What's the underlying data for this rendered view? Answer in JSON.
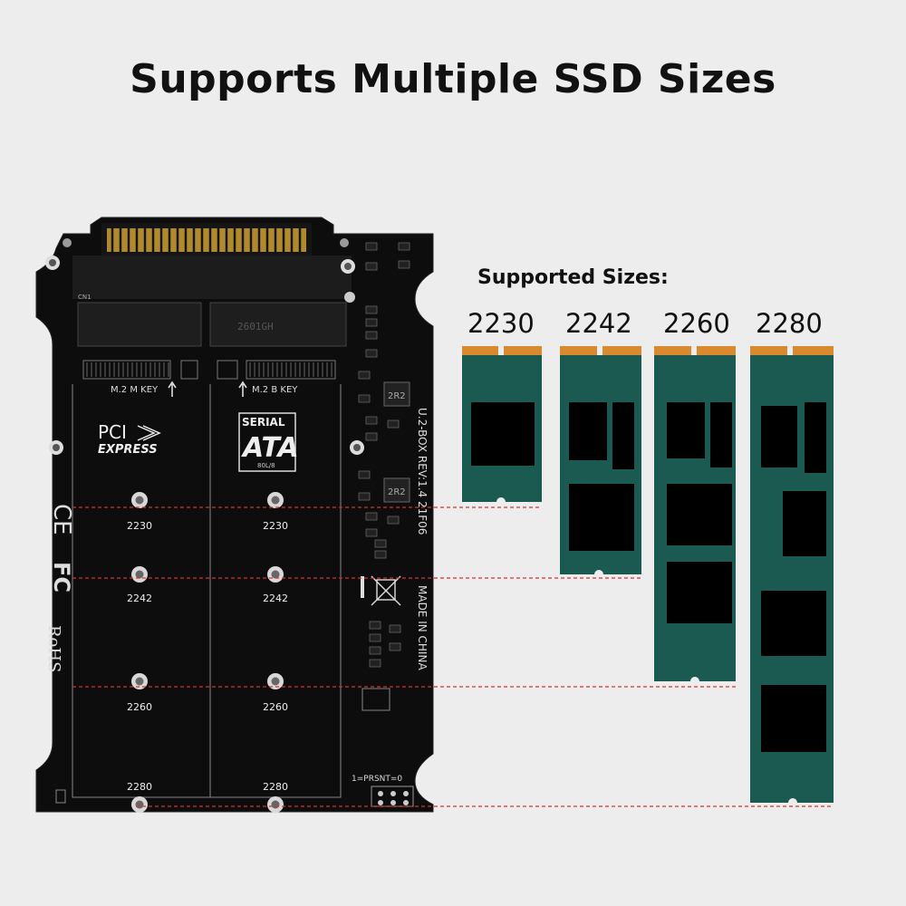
{
  "headline": "Supports Multiple SSD Sizes",
  "supported_heading": "Supported Sizes:",
  "sizes": [
    {
      "label": "2230"
    },
    {
      "label": "2242"
    },
    {
      "label": "2260"
    },
    {
      "label": "2280"
    }
  ],
  "board": {
    "m_key_label": "M.2 M KEY",
    "b_key_label": "M.2 B KEY",
    "pci_top": "PCI",
    "pci_bottom": "EXPRESS",
    "sata_top": "SERIAL",
    "sata_mid": "ATA",
    "sata_bottom": "80L/8",
    "model_text": "U.2-BOX  REV:1.4  21F06",
    "made_in": "MADE IN CHINA",
    "ce_mark": "CE",
    "fc_mark": "FC",
    "rohs_mark": "RoHS",
    "prsnt_text": "1=PRSNT=0",
    "inductor_text": "2R2",
    "chip_text": "2601GH",
    "cn1_text": "CN1",
    "hole_labels": [
      "2230",
      "2242",
      "2260",
      "2280"
    ]
  },
  "colors": {
    "background": "#ededed",
    "pcb": "#0d0d0d",
    "ssd_green": "#1a5a50",
    "ssd_contact": "#d9892e",
    "guide_line": "#d33333"
  }
}
